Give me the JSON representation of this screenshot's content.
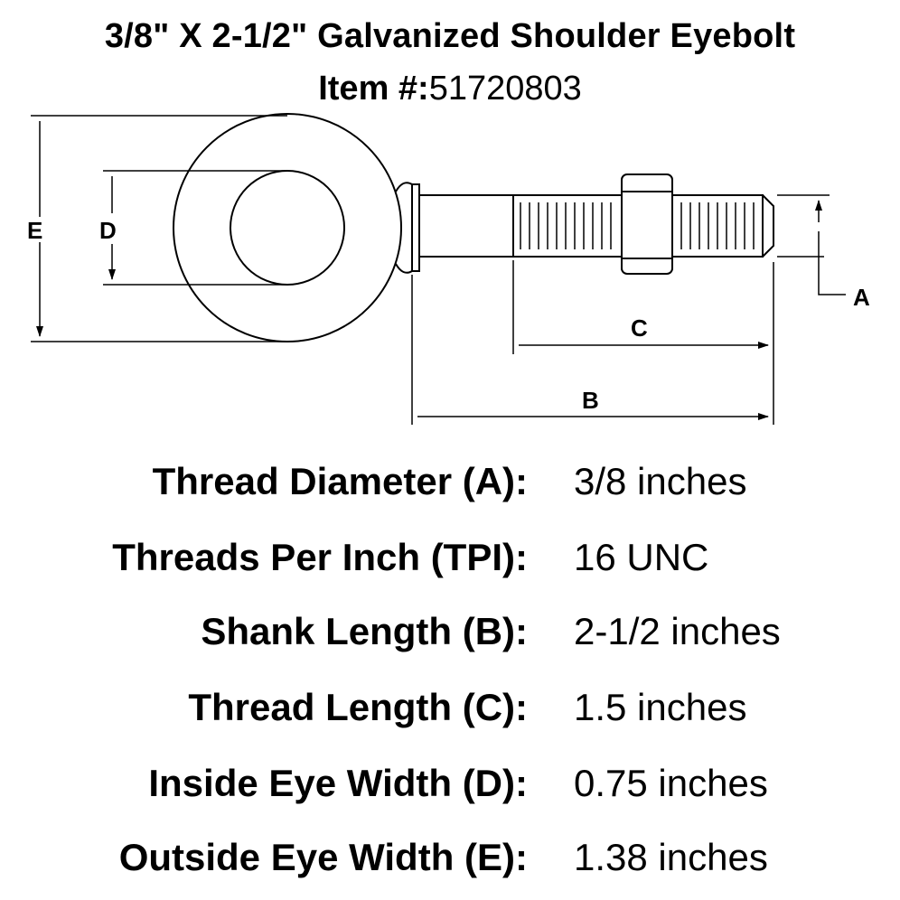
{
  "title": {
    "line1": "3/8\" X 2-1/2\" Galvanized Shoulder Eyebolt",
    "item_prefix": "Item #:",
    "item_number": "51720803"
  },
  "diagram": {
    "labels": {
      "a": "A",
      "b": "B",
      "c": "C",
      "d": "D",
      "e": "E"
    }
  },
  "specs": [
    {
      "label": "Thread Diameter (A):",
      "value": "3/8 inches"
    },
    {
      "label": "Threads Per Inch (TPI):",
      "value": "16 UNC"
    },
    {
      "label": "Shank Length (B):",
      "value": "2-1/2 inches"
    },
    {
      "label": "Thread Length (C):",
      "value": "1.5 inches"
    },
    {
      "label": "Inside Eye Width (D):",
      "value": "0.75 inches"
    },
    {
      "label": "Outside Eye Width (E):",
      "value": "1.38 inches"
    }
  ]
}
